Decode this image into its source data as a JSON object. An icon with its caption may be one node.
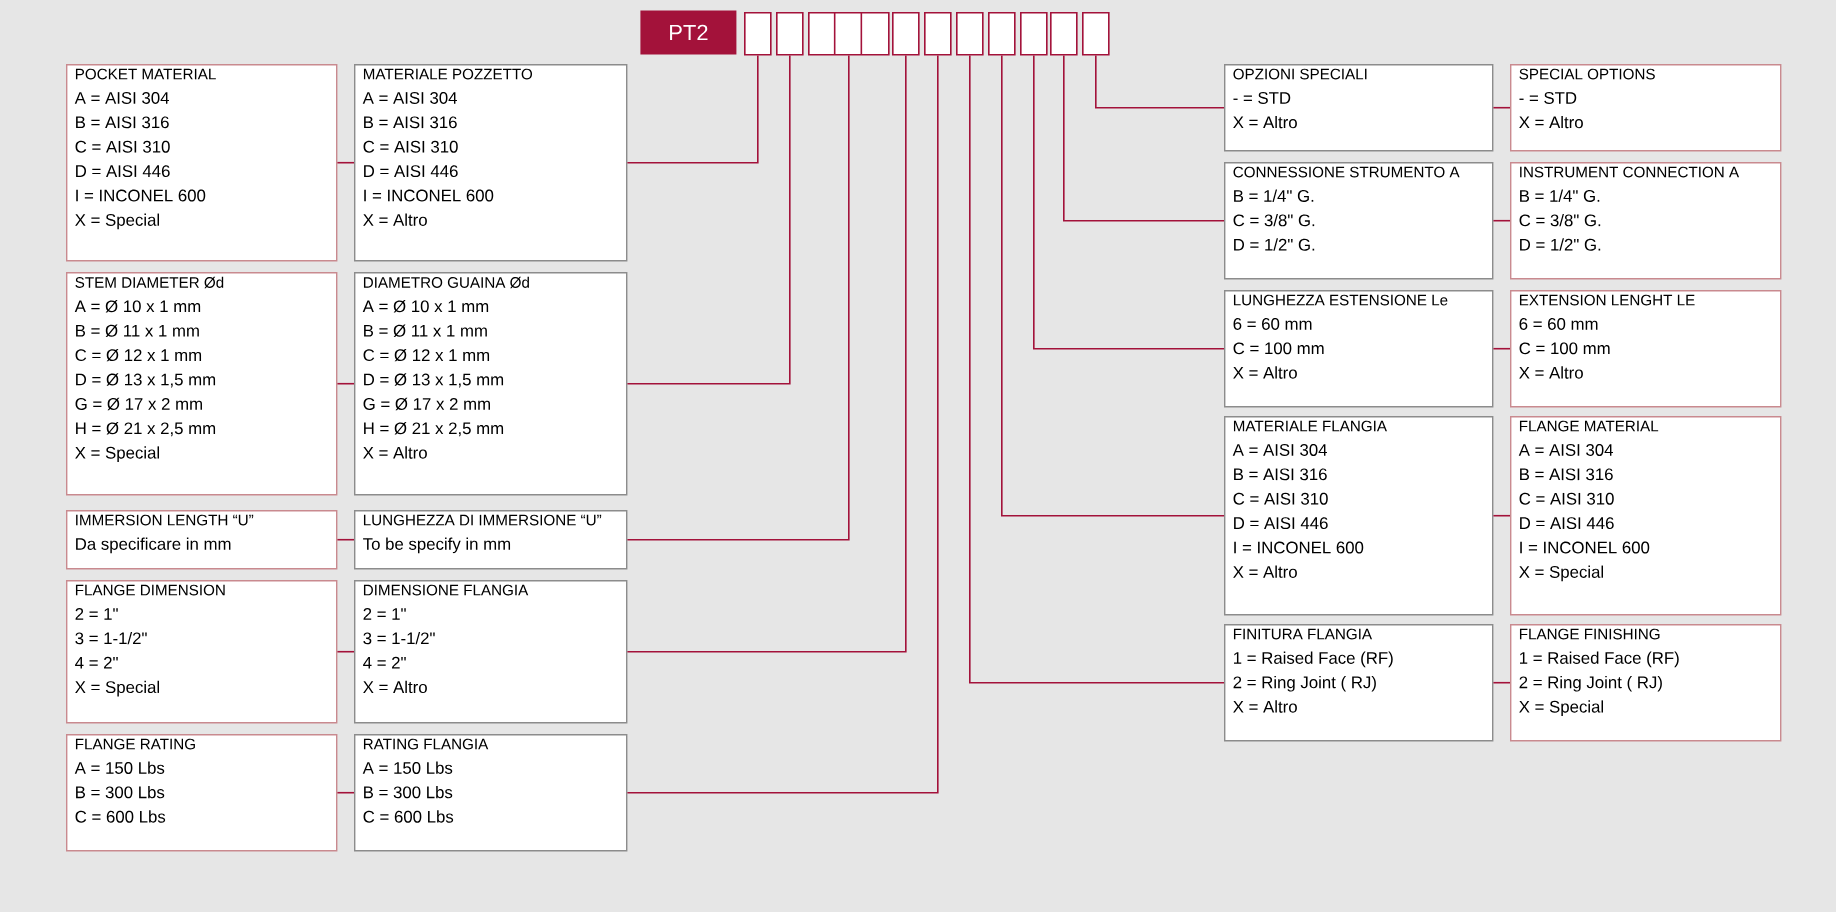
{
  "diagram": {
    "nodes": [
      {
        "text": [
          "PT2"
        ]
      },
      {
        "text": [],
        "shape": "box"
      },
      {
        "text": [],
        "shape": "box"
      },
      {
        "text": [],
        "shape": "box"
      },
      {
        "text": [],
        "shape": "box"
      },
      {
        "text": [],
        "shape": "box"
      },
      {
        "text": [],
        "shape": "box"
      },
      {
        "text": [],
        "shape": "box"
      },
      {
        "text": [],
        "shape": "box"
      },
      {
        "text": [],
        "shape": "box"
      },
      {
        "text": [],
        "shape": "box"
      },
      {
        "text": [
          "POCKET MATERIAL",
          "A = AISI 304",
          "B = AISI 316",
          "C = AISI 310",
          "D = AISI 446",
          "I = INCONEL 600",
          "X = Special"
        ]
      },
      {
        "text": [
          "MATERIALE POZZETTO",
          "A = AISI 304",
          "B = AISI 316",
          "C = AISI 310",
          "D = AISI 446",
          "I = INCONEL 600",
          "X = Altro"
        ]
      },
      {
        "text": [
          "STEM DIAMETER Ød",
          "A = Ø 10 x 1 mm",
          "B = Ø 11 x 1 mm",
          "C = Ø 12 x 1 mm",
          "D = Ø 13 x 1,5 mm",
          "G = Ø 17 x 2 mm",
          "H = Ø 21 x 2,5 mm",
          "X = Special"
        ]
      },
      {
        "text": [
          "DIAMETRO GUAINA Ød",
          "A = Ø 10 x 1 mm",
          "B = Ø 11 x 1 mm",
          "C = Ø 12 x 1 mm",
          "D = Ø 13 x 1,5 mm",
          "G = Ø 17 x 2 mm",
          "H = Ø 21 x 2,5 mm",
          "X = Altro"
        ]
      },
      {
        "text": [
          "IMMERSION LENGTH “U”",
          "Da specificare in mm"
        ]
      },
      {
        "text": [
          "LUNGHEZZA DI IMMERSIONE “U”",
          "To be specify in mm"
        ]
      },
      {
        "text": [
          "FLANGE DIMENSION",
          "2 = 1\"",
          "3 = 1-1/2\"",
          "4 = 2\"",
          "X = Special"
        ]
      },
      {
        "text": [
          "DIMENSIONE FLANGIA",
          "2 = 1\"",
          "3 = 1-1/2\"",
          "4 = 2\"",
          "X = Altro"
        ]
      },
      {
        "text": [
          "FLANGE RATING",
          "A = 150 Lbs",
          "B = 300 Lbs",
          "C = 600 Lbs"
        ]
      },
      {
        "text": [
          "RATING FLANGIA",
          "A = 150 Lbs",
          "B = 300 Lbs",
          "C = 600 Lbs"
        ]
      },
      {
        "text": [
          "OPZIONI SPECIALI",
          "- = STD",
          "X = Altro"
        ]
      },
      {
        "text": [
          "SPECIAL OPTIONS",
          "- = STD",
          "X = Altro"
        ]
      },
      {
        "text": [
          "CONNESSIONE STRUMENTO A",
          "B = 1/4\" G.",
          "C = 3/8\" G.",
          "D = 1/2\" G."
        ]
      },
      {
        "text": [
          "INSTRUMENT CONNECTION A",
          "B = 1/4\" G.",
          "C = 3/8\" G.",
          "D = 1/2\" G."
        ]
      },
      {
        "text": [
          "LUNGHEZZA ESTENSIONE Le",
          "6 = 60 mm",
          "C = 100 mm",
          "X = Altro"
        ]
      },
      {
        "text": [
          "EXTENSION LENGHT LE",
          "6 = 60 mm",
          "C = 100 mm",
          "X = Altro"
        ]
      },
      {
        "text": [
          "MATERIALE FLANGIA",
          "A = AISI 304",
          "B = AISI 316",
          "C = AISI 310",
          "D = AISI 446",
          "I = INCONEL 600",
          "X = Altro"
        ]
      },
      {
        "text": [
          "FLANGE MATERIAL",
          "A = AISI 304",
          "B = AISI 316",
          "C = AISI 310",
          "D = AISI 446",
          "I = INCONEL 600",
          "X = Special"
        ]
      },
      {
        "text": [
          "FINITURA FLANGIA",
          "1 = Raised Face (RF)",
          "2 = Ring Joint ( RJ)",
          "X = Altro"
        ]
      },
      {
        "text": [
          "FLANGE FINISHING",
          "1 = Raised Face (RF)",
          "2 = Ring Joint ( RJ)",
          "X = Special"
        ]
      }
    ],
    "edges": [
      {
        "from": 1,
        "to": 12,
        "arrow": "none"
      },
      {
        "from": 2,
        "to": 14,
        "arrow": "none"
      },
      {
        "from": 3,
        "to": 16,
        "arrow": "none"
      },
      {
        "from": 4,
        "to": 18,
        "arrow": "none"
      },
      {
        "from": 5,
        "to": 20,
        "arrow": "none"
      },
      {
        "from": 6,
        "to": 29,
        "arrow": "none"
      },
      {
        "from": 7,
        "to": 27,
        "arrow": "none"
      },
      {
        "from": 8,
        "to": 25,
        "arrow": "none"
      },
      {
        "from": 9,
        "to": 23,
        "arrow": "none"
      },
      {
        "from": 10,
        "to": 21,
        "arrow": "none"
      },
      {
        "from": 11,
        "to": 12,
        "arrow": "none"
      },
      {
        "from": 13,
        "to": 14,
        "arrow": "none"
      },
      {
        "from": 15,
        "to": 16,
        "arrow": "none"
      },
      {
        "from": 17,
        "to": 18,
        "arrow": "none"
      },
      {
        "from": 19,
        "to": 20,
        "arrow": "none"
      },
      {
        "from": 21,
        "to": 22,
        "arrow": "none"
      },
      {
        "from": 23,
        "to": 24,
        "arrow": "none"
      },
      {
        "from": 25,
        "to": 26,
        "arrow": "none"
      },
      {
        "from": 27,
        "to": 28,
        "arrow": "none"
      },
      {
        "from": 29,
        "to": 30,
        "arrow": "none"
      }
    ]
  }
}
